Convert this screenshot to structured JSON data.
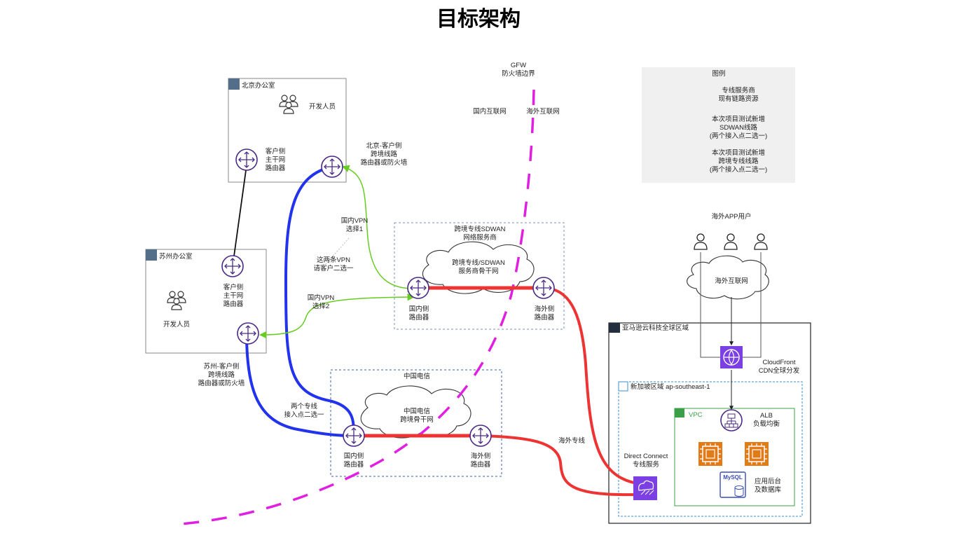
{
  "title": "目标架构",
  "gfw": {
    "label": "GFW\n防火墙边界",
    "domestic": "国内互联网",
    "overseas": "海外互联网"
  },
  "legend": {
    "title": "图例",
    "items": [
      {
        "color": "#ee3333",
        "text": "专线服务商\n现有链路资源"
      },
      {
        "color": "#66cc22",
        "text": "本次项目测试新增\nSDWAN线路\n(两个接入点二选一)"
      },
      {
        "color": "#2233ee",
        "text": "本次项目测试新增\n跨境专线线路\n(两个接入点二选一)"
      }
    ]
  },
  "beijing": {
    "title": "北京办公室",
    "devs": "开发人员",
    "router": "客户侧\n主干网\n路由器",
    "link": "北京-客户侧\n跨境线路\n路由器或防火墙"
  },
  "suzhou": {
    "title": "苏州办公室",
    "devs": "开发人员",
    "router": "客户侧\n主干网\n路由器",
    "link": "苏州-客户侧\n跨境线路\n路由器或防火墙"
  },
  "sdwan": {
    "title": "跨境专线SDWAN\n网络服务商",
    "cloud": "跨境专线/SDWAN\n服务商骨干网",
    "dom_router": "国内侧\n路由器",
    "os_router": "海外侧\n路由器"
  },
  "telecom": {
    "title": "中国电信",
    "cloud": "中国电信\n跨境骨干网",
    "dom_router": "国内侧\n路由器",
    "os_router": "海外侧\n路由器"
  },
  "vpn": {
    "opt1": "国内VPN\n选择1",
    "both": "这两条VPN\n请客户二选一",
    "opt2": "国内VPN\n选择2"
  },
  "two_lines": "两个专线\n接入点二选一",
  "overseas_line": "海外专线",
  "users": {
    "label": "海外APP用户",
    "internet": "海外互联网"
  },
  "aws": {
    "region": "亚马逊云科技全球区域",
    "cloudfront": "CloudFront\nCDN全球分发",
    "sg": "新加坡区域 ap-southeast-1",
    "vpc": "VPC",
    "alb": "ALB\n负载均衡",
    "dx": "Direct Connect\n专线服务",
    "app": "应用后台\n及数据库",
    "mysql": "MySQL"
  }
}
